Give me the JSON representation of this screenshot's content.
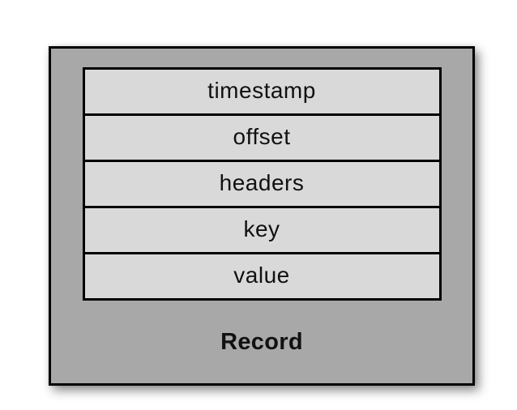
{
  "record": {
    "title": "Record",
    "fields": [
      "timestamp",
      "offset",
      "headers",
      "key",
      "value"
    ],
    "colors": {
      "page_bg": "#ffffff",
      "outer_box_bg": "#a8a8a8",
      "row_bg": "#d9d9d9",
      "border": "#000000",
      "text": "#111111"
    }
  }
}
